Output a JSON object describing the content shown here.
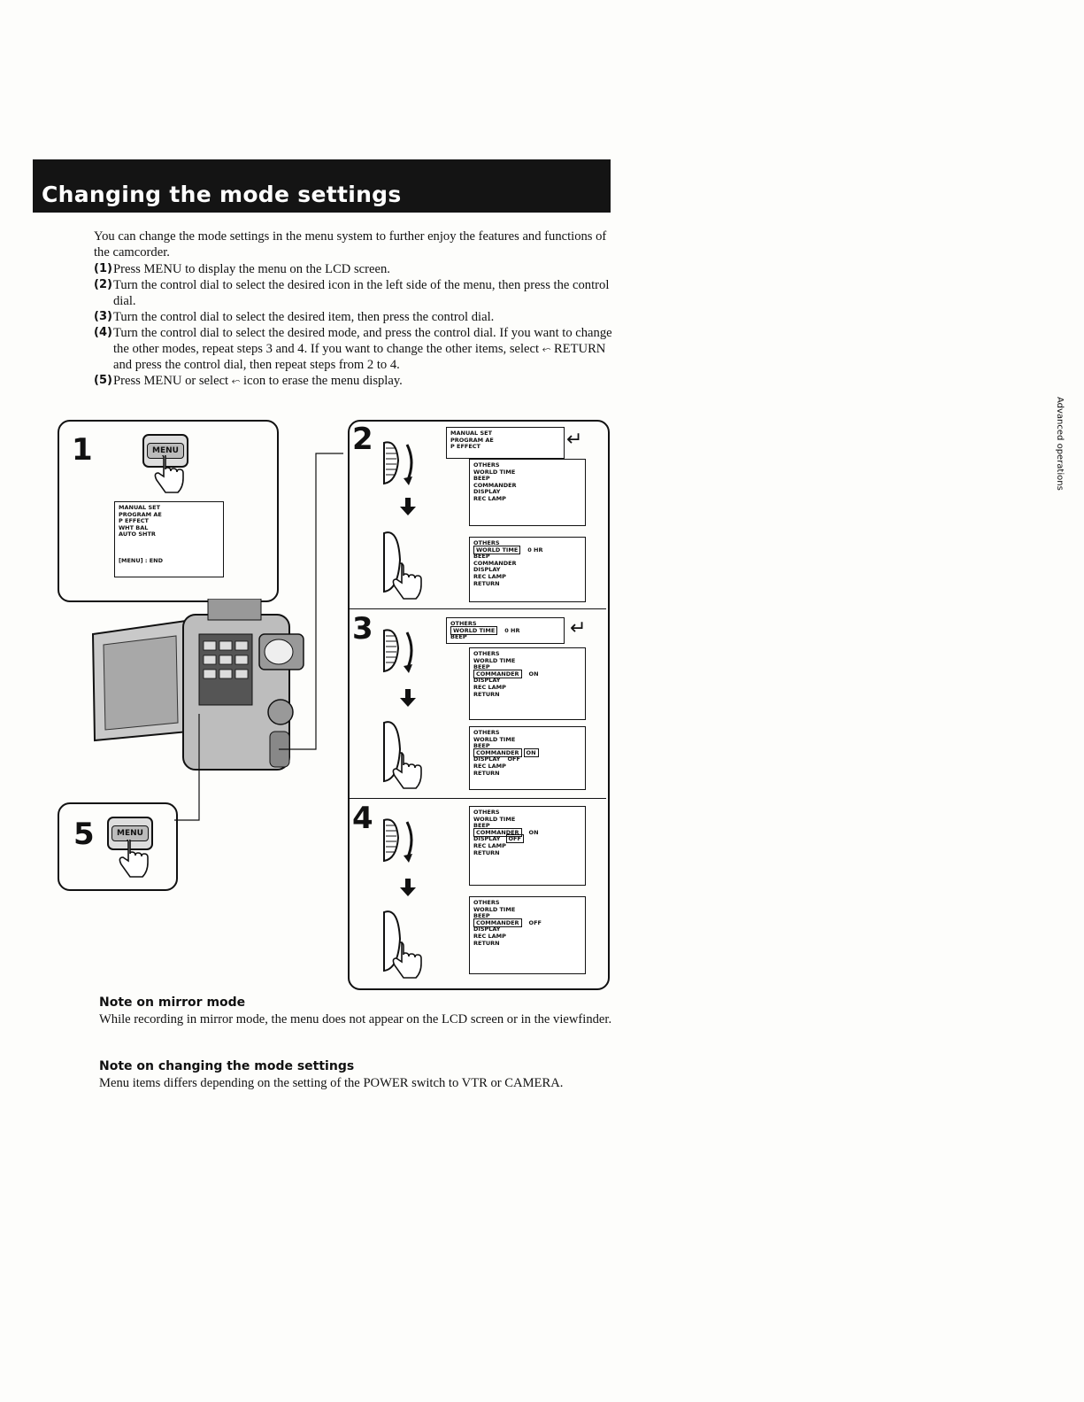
{
  "title": "Changing the mode settings",
  "intro": "You can change the mode settings in the menu system to further enjoy the features and functions of the camcorder.",
  "steps": [
    {
      "num": "(1)",
      "text": "Press MENU to display the menu on the LCD screen."
    },
    {
      "num": "(2)",
      "text": "Turn the control dial to select the desired icon in the left side of the menu, then press the control dial."
    },
    {
      "num": "(3)",
      "text": "Turn the control dial to select the desired item, then press the control dial."
    },
    {
      "num": "(4)",
      "text_a": "Turn the control dial to select the desired mode, and press the control dial. If you want to change the other modes, repeat steps 3 and 4. If you want to change the other items, select",
      "return_label": "RETURN",
      "text_b": "and press the control dial, then repeat steps from 2 to 4."
    },
    {
      "num": "(5)",
      "text_a": "Press MENU or select",
      "text_b": "icon to erase the menu display."
    }
  ],
  "figure": {
    "step_labels": [
      "1",
      "2",
      "3",
      "4",
      "5"
    ],
    "menu_button": "MENU",
    "menu1": {
      "title": "MANUAL SET",
      "items": [
        "PROGRAM AE",
        "P EFFECT",
        "WHT BAL",
        "AUTO SHTR"
      ],
      "footer": "[MENU] : END"
    },
    "menu2a": {
      "title": "MANUAL SET",
      "items": [
        "PROGRAM AE",
        "P EFFECT"
      ]
    },
    "others_title": "OTHERS",
    "others_items": [
      "WORLD TIME",
      "BEEP",
      "COMMANDER",
      "DISPLAY",
      "REC LAMP"
    ],
    "return_item": "RETURN",
    "world_time_value": "0 HR",
    "on_label": "ON",
    "off_label": "OFF"
  },
  "notes": [
    {
      "heading": "Note on mirror mode",
      "text": "While recording in mirror mode, the menu does not appear on the LCD screen or in the viewfinder."
    },
    {
      "heading": "Note on changing the mode settings",
      "text": "Menu items differs depending on the setting of the POWER switch to VTR or CAMERA."
    }
  ],
  "side_tab": "Advanced operations"
}
